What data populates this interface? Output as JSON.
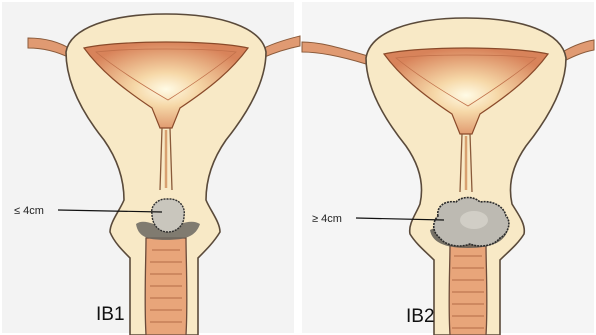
{
  "diagram": {
    "panels": [
      {
        "stage_label": "IB1",
        "size_label": "≤ 4cm"
      },
      {
        "stage_label": "IB2",
        "size_label": "≥ 4cm"
      }
    ]
  },
  "colors": {
    "background": "#ffffff",
    "panel_background": "#f3f3f3",
    "uterus_wall": "#f8e9c6",
    "outline": "#5a4a3a",
    "endometrium": "#d98a5a",
    "cavity_glow": "#fff6d8",
    "tube": "#e09a72",
    "tumor": "#b9b6ae",
    "tumor_outline": "#2e2e2e"
  }
}
